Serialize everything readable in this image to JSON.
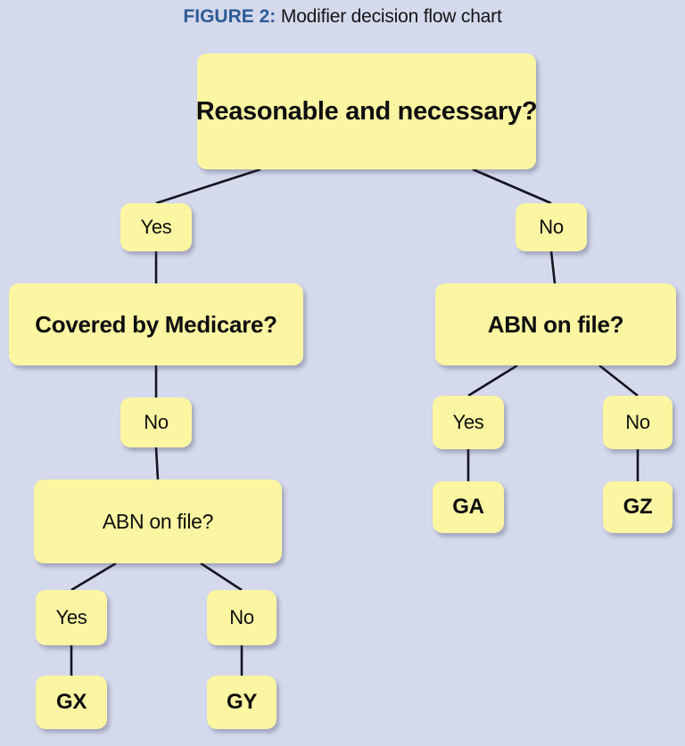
{
  "figure": {
    "label": "FIGURE 2:",
    "caption": "Modifier decision flow chart",
    "label_color": "#2e5c96",
    "caption_color": "#141414"
  },
  "theme": {
    "background": "#d4d9ec",
    "node_fill": "#fcf6a3",
    "node_text": "#0d0d0d",
    "connector": "#14141e"
  },
  "chart_data": {
    "type": "diagram",
    "subtype": "decision-tree-flowchart",
    "title": "FIGURE 2: Modifier decision flow chart",
    "nodes": [
      {
        "id": "root",
        "label": "Reasonable and necessary?",
        "kind": "decision",
        "emphasis": "bold"
      },
      {
        "id": "yes1",
        "label": "Yes",
        "kind": "branch",
        "emphasis": "plain"
      },
      {
        "id": "no1",
        "label": "No",
        "kind": "branch",
        "emphasis": "plain"
      },
      {
        "id": "covered",
        "label": "Covered by Medicare?",
        "kind": "decision",
        "emphasis": "bold"
      },
      {
        "id": "abn_right",
        "label": "ABN on file?",
        "kind": "decision",
        "emphasis": "bold"
      },
      {
        "id": "no2",
        "label": "No",
        "kind": "branch",
        "emphasis": "plain"
      },
      {
        "id": "yes_r",
        "label": "Yes",
        "kind": "branch",
        "emphasis": "plain"
      },
      {
        "id": "no_r",
        "label": "No",
        "kind": "branch",
        "emphasis": "plain"
      },
      {
        "id": "ga",
        "label": "GA",
        "kind": "terminal",
        "emphasis": "bold"
      },
      {
        "id": "gz",
        "label": "GZ",
        "kind": "terminal",
        "emphasis": "bold"
      },
      {
        "id": "abn_left",
        "label": "ABN on file?",
        "kind": "decision",
        "emphasis": "plain"
      },
      {
        "id": "yes3",
        "label": "Yes",
        "kind": "branch",
        "emphasis": "plain"
      },
      {
        "id": "no3",
        "label": "No",
        "kind": "branch",
        "emphasis": "plain"
      },
      {
        "id": "gx",
        "label": "GX",
        "kind": "terminal",
        "emphasis": "bold"
      },
      {
        "id": "gy",
        "label": "GY",
        "kind": "terminal",
        "emphasis": "bold"
      }
    ],
    "edges": [
      {
        "from": "root",
        "to": "yes1"
      },
      {
        "from": "root",
        "to": "no1"
      },
      {
        "from": "yes1",
        "to": "covered"
      },
      {
        "from": "no1",
        "to": "abn_right"
      },
      {
        "from": "covered",
        "to": "no2"
      },
      {
        "from": "no2",
        "to": "abn_left"
      },
      {
        "from": "abn_right",
        "to": "yes_r"
      },
      {
        "from": "abn_right",
        "to": "no_r"
      },
      {
        "from": "yes_r",
        "to": "ga"
      },
      {
        "from": "no_r",
        "to": "gz"
      },
      {
        "from": "abn_left",
        "to": "yes3"
      },
      {
        "from": "abn_left",
        "to": "no3"
      },
      {
        "from": "yes3",
        "to": "gx"
      },
      {
        "from": "no3",
        "to": "gy"
      }
    ],
    "outcomes": [
      {
        "path": "Reasonable and necessary? Yes > Covered by Medicare? No > ABN on file? Yes",
        "modifier": "GX"
      },
      {
        "path": "Reasonable and necessary? Yes > Covered by Medicare? No > ABN on file? No",
        "modifier": "GY"
      },
      {
        "path": "Reasonable and necessary? No > ABN on file? Yes",
        "modifier": "GA"
      },
      {
        "path": "Reasonable and necessary? No > ABN on file? No",
        "modifier": "GZ"
      }
    ]
  }
}
